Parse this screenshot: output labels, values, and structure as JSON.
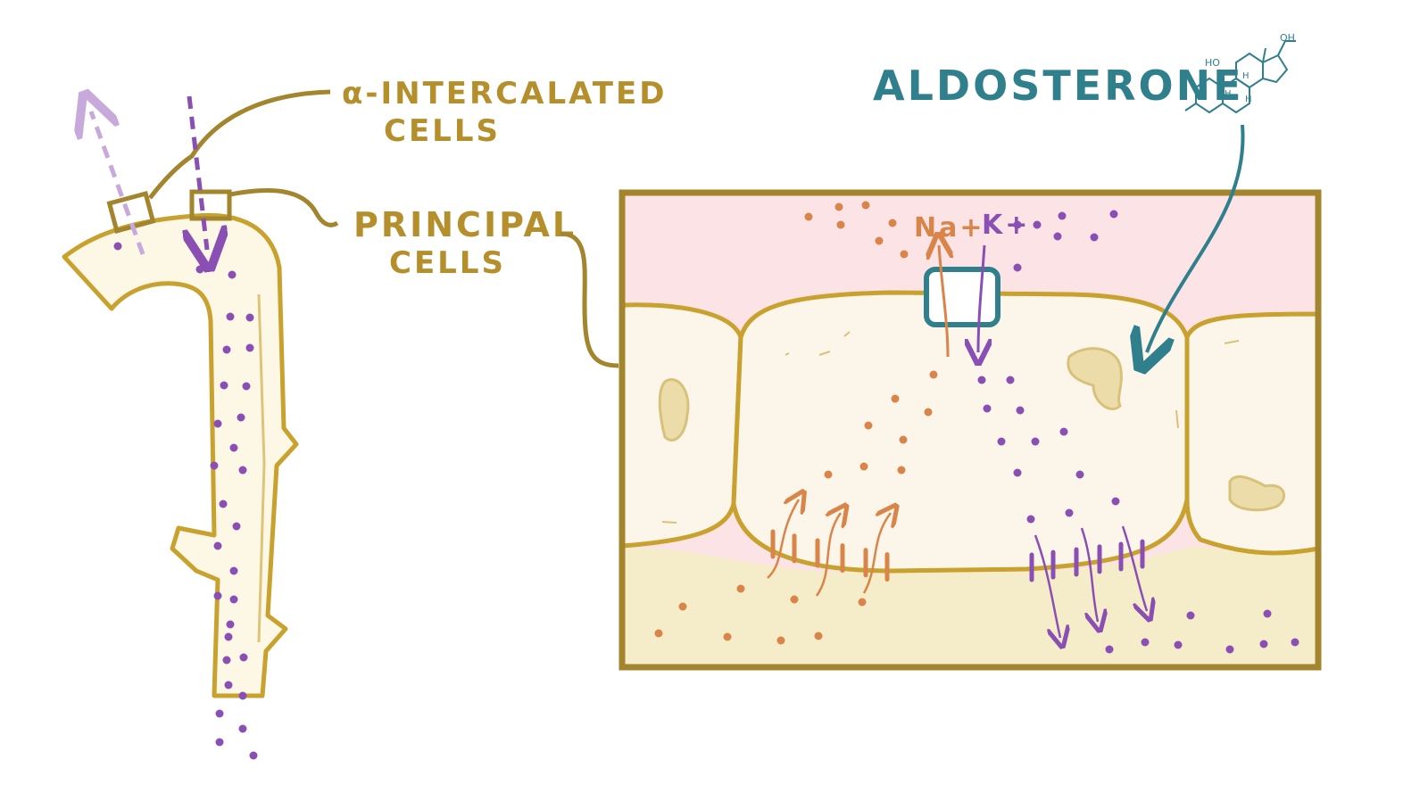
{
  "labels": {
    "alpha_intercalated_line1": "α-INTERCALATED",
    "alpha_intercalated_line2": "CELLS",
    "principal_line1": "PRINCIPAL",
    "principal_line2": "CELLS",
    "hormone": "ALDOSTERONE",
    "sodium_ion": "Na+",
    "potassium_ion": "K+"
  },
  "molecule_labels": {
    "hydroxyl_top": "OH",
    "hydroxyl_left": "HO",
    "hydrogen_1": "H",
    "hydrogen_2": "H",
    "hydrogen_3": "H"
  },
  "colors": {
    "gold_outline": "#c9a12e",
    "label_gold": "#b58f2c",
    "tubule_fill": "#fdf8e6",
    "lumen_pink": "#fbe3e6",
    "cell_fill": "#fcf6ea",
    "interstitium": "#f5ecc9",
    "nucleus": "#ecdcaa",
    "potassium_purple": "#8a4fb3",
    "sodium_orange": "#d98549",
    "teal_channel": "#2f7f8d"
  }
}
